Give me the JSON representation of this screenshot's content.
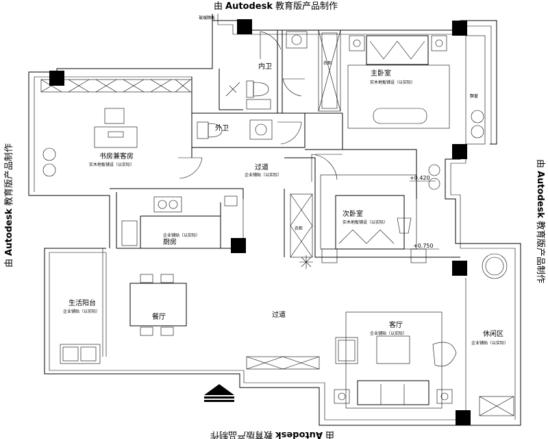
{
  "watermark": {
    "prefix": "由",
    "brand": "Autodesk",
    "suffix": "教育版产品制作"
  },
  "annotations": {
    "glass_partition": "玻璃隔板"
  },
  "rooms": {
    "inner_bath": {
      "name": "内卫"
    },
    "master_bedroom": {
      "name": "主卧室",
      "floor": "实木地板铺设（以实际）"
    },
    "outer_bath": {
      "name": "外卫"
    },
    "study": {
      "name": "书房兼客房",
      "floor": "实木地板铺设（以实际）"
    },
    "corridor_upper": {
      "name": "过道",
      "floor": "企业铺贴（以实际）"
    },
    "second_bedroom": {
      "name": "次卧室",
      "floor": "实木地板铺设（以实际）"
    },
    "kitchen": {
      "name": "厨房",
      "floor": "企业铺贴（以实际）"
    },
    "utility_balcony": {
      "name": "生活阳台",
      "floor": "企业铺贴（以实际）"
    },
    "dining": {
      "name": "餐厅"
    },
    "corridor_lower": {
      "name": "过道"
    },
    "living_room": {
      "name": "客厅",
      "floor": "企业铺贴（以实际）"
    },
    "leisure_area": {
      "name": "休闲区",
      "floor": "企业铺贴（以实际）"
    }
  },
  "labels": {
    "wardrobe": "衣柜",
    "curtain": "飘窗"
  },
  "levels": {
    "upper": "+0.420",
    "lower": "+0.750"
  }
}
